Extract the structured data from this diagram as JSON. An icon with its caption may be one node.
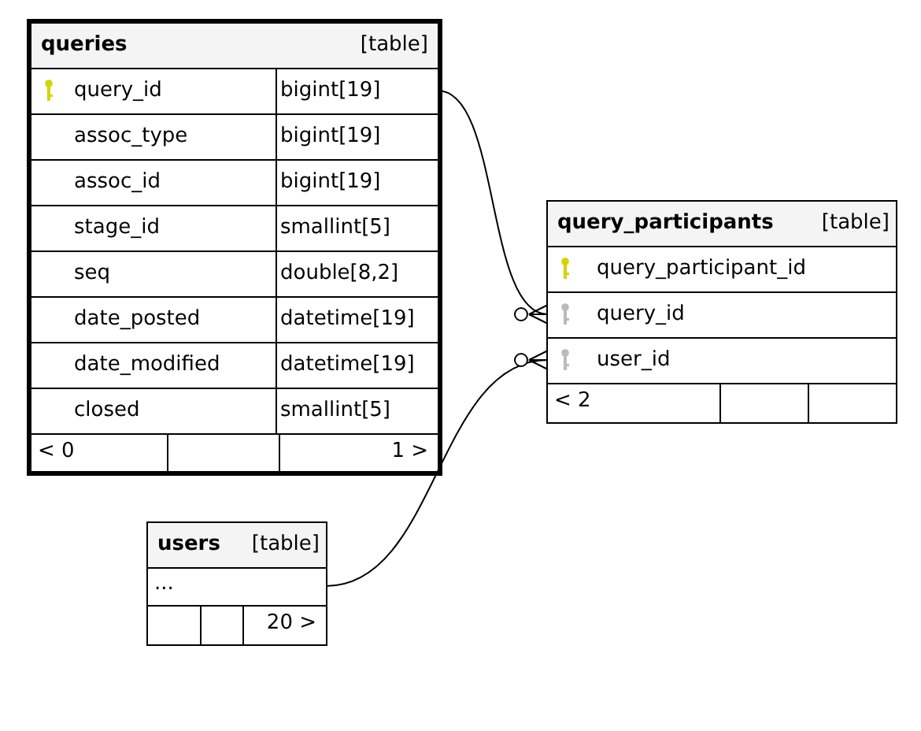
{
  "diagram": {
    "nodes": [
      {
        "text": [
          "queries",
          "[table]"
        ]
      },
      {
        "text": [
          "query_id",
          "bigint[19]"
        ],
        "in": 0
      },
      {
        "text": [
          "assoc_type",
          "bigint[19]"
        ],
        "in": 0
      },
      {
        "text": [
          "assoc_id",
          "bigint[19]"
        ],
        "in": 0
      },
      {
        "text": [
          "stage_id",
          "smallint[5]"
        ],
        "in": 0
      },
      {
        "text": [
          "seq",
          "double[8,2]"
        ],
        "in": 0
      },
      {
        "text": [
          "date_posted",
          "datetime[19]"
        ],
        "in": 0
      },
      {
        "text": [
          "date_modified",
          "datetime[19]"
        ],
        "in": 0
      },
      {
        "text": [
          "closed",
          "smallint[5]"
        ],
        "in": 0
      },
      {
        "text": [
          "< 0",
          "1 >"
        ],
        "in": 0
      },
      {
        "text": [
          "query_participants",
          "[table]"
        ]
      },
      {
        "text": [
          "query_participant_id"
        ],
        "in": 10
      },
      {
        "text": [
          "query_id"
        ],
        "in": 10
      },
      {
        "text": [
          "user_id"
        ],
        "in": 10
      },
      {
        "text": [
          "< 2"
        ],
        "in": 10
      },
      {
        "text": [
          "users",
          "[table]"
        ]
      },
      {
        "text": [
          "..."
        ],
        "in": 15
      },
      {
        "text": [
          "20 >"
        ],
        "in": 15
      }
    ],
    "edges": [
      {
        "from": 1,
        "to": 12,
        "arrow": "other"
      },
      {
        "from": 16,
        "to": 13,
        "arrow": "other"
      }
    ]
  }
}
